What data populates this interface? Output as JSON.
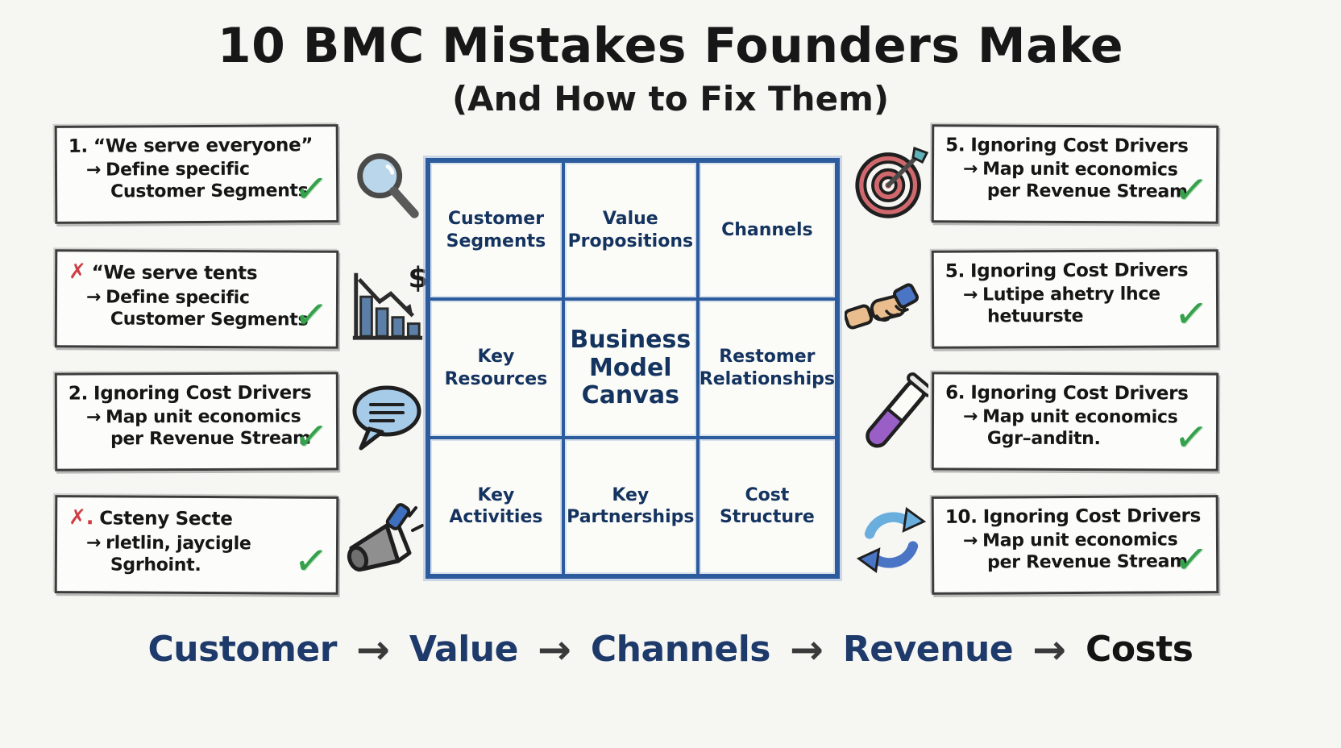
{
  "title": "10 BMC Mistakes Founders Make",
  "subtitle": "(And How to Fix Them)",
  "arrow": "→",
  "check": "✓",
  "left_boxes": [
    {
      "marker": "1.",
      "marker_type": "number",
      "title": "“We serve everyone”",
      "fix_line1": "Define specific",
      "fix_line2": "Customer Segments"
    },
    {
      "marker": "✗",
      "marker_type": "x",
      "title": "“We serve tents",
      "fix_line1": "Define specific",
      "fix_line2": "Customer Segments"
    },
    {
      "marker": "2.",
      "marker_type": "number",
      "title": "Ignoring Cost Drivers",
      "fix_line1": "Map unit economics",
      "fix_line2": "per Revenue Stream"
    },
    {
      "marker": "✗.",
      "marker_type": "x",
      "title": "Csteny Secte",
      "fix_line1": "rletlin, jaycigle",
      "fix_line2": "Sgrhoint."
    }
  ],
  "right_boxes": [
    {
      "marker": "5.",
      "marker_type": "number",
      "title": "Ignoring Cost Drivers",
      "fix_line1": "Map unit economics",
      "fix_line2": "per Revenue Stream"
    },
    {
      "marker": "5.",
      "marker_type": "number",
      "title": "Ignoring Cost Drivers",
      "fix_line1": "Lutipe ahetry lhce",
      "fix_line2": "hetuurste"
    },
    {
      "marker": "6.",
      "marker_type": "number",
      "title": "Ignoring Cost Drivers",
      "fix_line1": "Map unit economics",
      "fix_line2": "Ggr–anditn."
    },
    {
      "marker": "10.",
      "marker_type": "number",
      "title": "Ignoring Cost Drivers",
      "fix_line1": "Map unit economics",
      "fix_line2": "per Revenue Stream"
    }
  ],
  "canvas": {
    "cells": [
      "Customer\nSegments",
      "Value\nPropositions",
      "Channels",
      "Key\nResources",
      "Business\nModel\nCanvas",
      "Restomer\nRelationships",
      "Key\nActivities",
      "Key\nPartnerships",
      "Cost\nStructure"
    ],
    "center_index": 4
  },
  "flow": {
    "steps": [
      "Customer",
      "Value",
      "Channels",
      "Revenue",
      "Costs"
    ],
    "arrow": "→"
  },
  "icons": {
    "left": [
      "magnifier-icon",
      "declining-chart-icon",
      "speech-bubble-icon",
      "megaphone-icon"
    ],
    "right": [
      "target-icon",
      "handshake-icon",
      "test-tube-icon",
      "refresh-arrows-icon"
    ]
  },
  "colors": {
    "background": "#f6f6f3",
    "navy_text": "#14335f",
    "grid_blue": "#2d5c9e",
    "light_blue": "#96b2d8",
    "check_green": "#35a14b",
    "x_red": "#cf3d44",
    "box_border": "#3c3c3c",
    "flow_navy": "#1d3a6b"
  }
}
